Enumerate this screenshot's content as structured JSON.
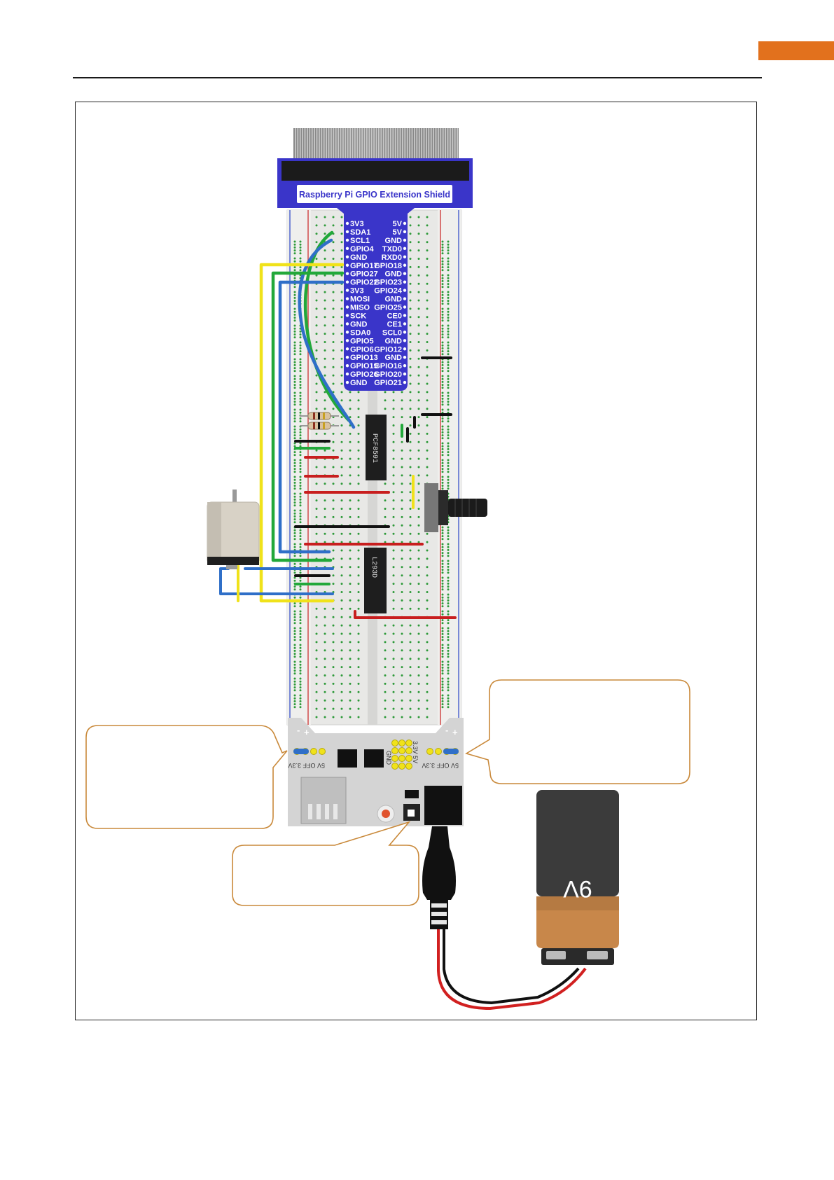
{
  "colors": {
    "accent_tab": "#e2711d",
    "shield_blue": "#3a35c9",
    "wire_green": "#22a83a",
    "wire_blue": "#2f6fc8",
    "wire_yellow": "#f0e21a",
    "wire_red": "#c81e1e",
    "wire_black": "#111111",
    "callout_border": "#c9893a",
    "battery_top": "#3a3a3a",
    "battery_bottom": "#c8874a"
  },
  "shield": {
    "title": "Raspberry Pi GPIO Extension Shield",
    "left_pins": [
      "3V3",
      "SDA1",
      "SCL1",
      "GPIO4",
      "GND",
      "GPIO17",
      "GPIO27",
      "GPIO22",
      "3V3",
      "MOSI",
      "MISO",
      "SCK",
      "GND",
      "SDA0",
      "GPIO5",
      "GPIO6",
      "GPIO13",
      "GPIO19",
      "GPIO26",
      "GND"
    ],
    "right_pins": [
      "5V",
      "5V",
      "GND",
      "TXD0",
      "RXD0",
      "GPIO18",
      "GND",
      "GPIO23",
      "GPIO24",
      "GND",
      "GPIO25",
      "CE0",
      "CE1",
      "SCL0",
      "GND",
      "GPIO12",
      "GND",
      "GPIO16",
      "GPIO20",
      "GPIO21"
    ]
  },
  "chips": {
    "adc": "PCF8591",
    "driver": "L293D"
  },
  "power_module": {
    "jumper_left": "5V OFF 3.3V",
    "jumper_right": "5V OFF 3.3V",
    "header_labels": "3.3V 5V",
    "gnd_label": "GND",
    "minus": "-",
    "plus": "+"
  },
  "battery": {
    "label": "9V"
  },
  "callouts": [
    {
      "id": "left-jumper",
      "text": ""
    },
    {
      "id": "right-jumper",
      "text": ""
    },
    {
      "id": "power-switch",
      "text": ""
    }
  ]
}
